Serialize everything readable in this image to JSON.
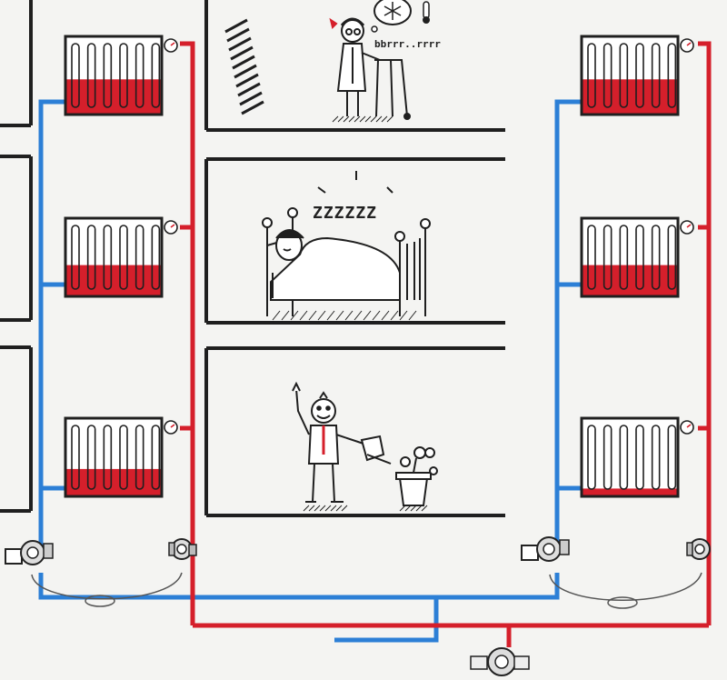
{
  "texts": {
    "shiver": "bbrrr..rrrr",
    "snore": "ZZZZZZ"
  },
  "rooms": [
    {
      "id": "top",
      "scene": "cold-elderly-woman-with-walker"
    },
    {
      "id": "middle",
      "scene": "sleeping-person-in-bed"
    },
    {
      "id": "bottom",
      "scene": "man-watering-plant"
    }
  ],
  "radiators": {
    "left_fill_levels": [
      0.45,
      0.4,
      0.35
    ],
    "right_fill_levels": [
      0.45,
      0.4,
      0.1
    ]
  },
  "colors": {
    "hot_pipe": "#d51f2b",
    "cold_pipe": "#2c7fd6",
    "ink": "#1f1f1f",
    "background": "#f4f4f2"
  },
  "icons": [
    "snowflake-icon",
    "thermometer-icon",
    "pressure-gauge-icon",
    "pump-icon",
    "valve-icon"
  ]
}
